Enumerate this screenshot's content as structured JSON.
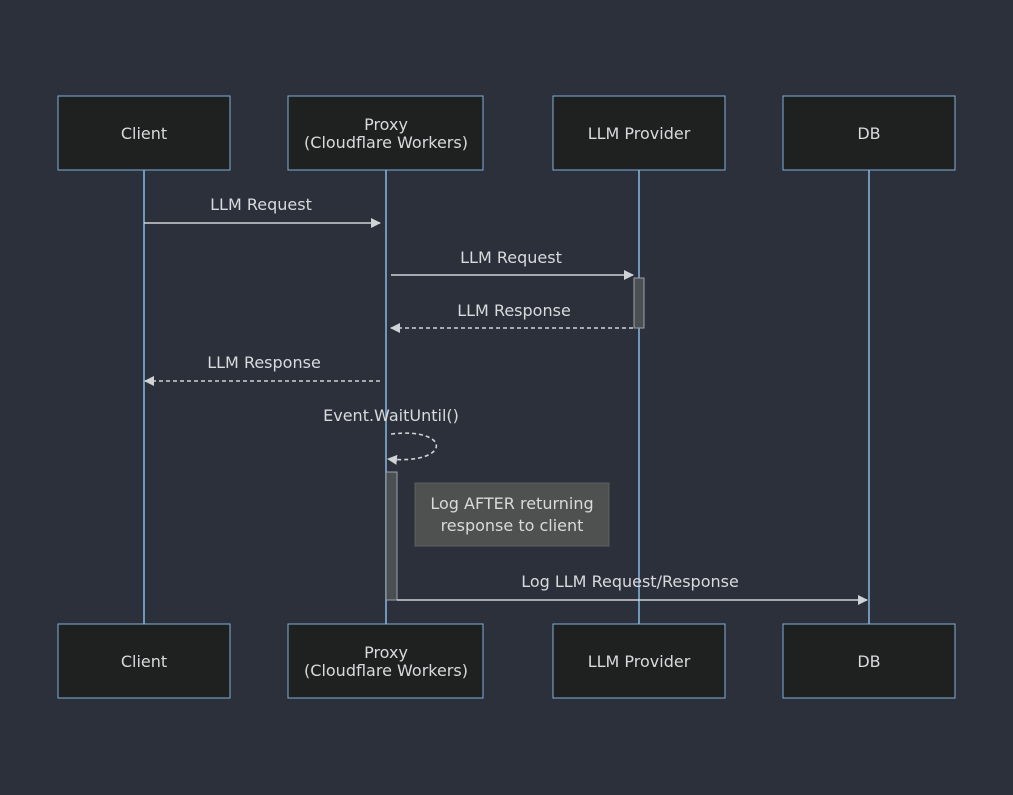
{
  "participants": [
    {
      "id": "client",
      "lines": [
        "Client"
      ]
    },
    {
      "id": "proxy",
      "lines": [
        "Proxy",
        "(Cloudflare Workers)"
      ]
    },
    {
      "id": "llm",
      "lines": [
        "LLM Provider"
      ]
    },
    {
      "id": "db",
      "lines": [
        "DB"
      ]
    }
  ],
  "messages": [
    {
      "id": "m1",
      "from": "client",
      "to": "proxy",
      "label": "LLM Request",
      "style": "solid"
    },
    {
      "id": "m2",
      "from": "proxy",
      "to": "llm",
      "label": "LLM Request",
      "style": "solid"
    },
    {
      "id": "m3",
      "from": "llm",
      "to": "proxy",
      "label": "LLM Response",
      "style": "dashed"
    },
    {
      "id": "m4",
      "from": "proxy",
      "to": "client",
      "label": "LLM Response",
      "style": "dashed"
    },
    {
      "id": "m5",
      "from": "proxy",
      "to": "proxy",
      "label": "Event.WaitUntil()",
      "style": "dashed"
    },
    {
      "id": "m6",
      "from": "proxy",
      "to": "db",
      "label": "Log LLM Request/Response",
      "style": "solid"
    }
  ],
  "note": {
    "over": "proxy",
    "lines": [
      "Log AFTER returning",
      "response to client"
    ]
  },
  "colors": {
    "background": "#2b303b",
    "actor_fill": "#1f2020",
    "actor_border": "#81b1db",
    "lifeline": "#81b1db",
    "message": "#d0d3d6",
    "text": "#d8dadc",
    "note_fill": "#4f5150",
    "activation_fill": "#4a5052"
  }
}
